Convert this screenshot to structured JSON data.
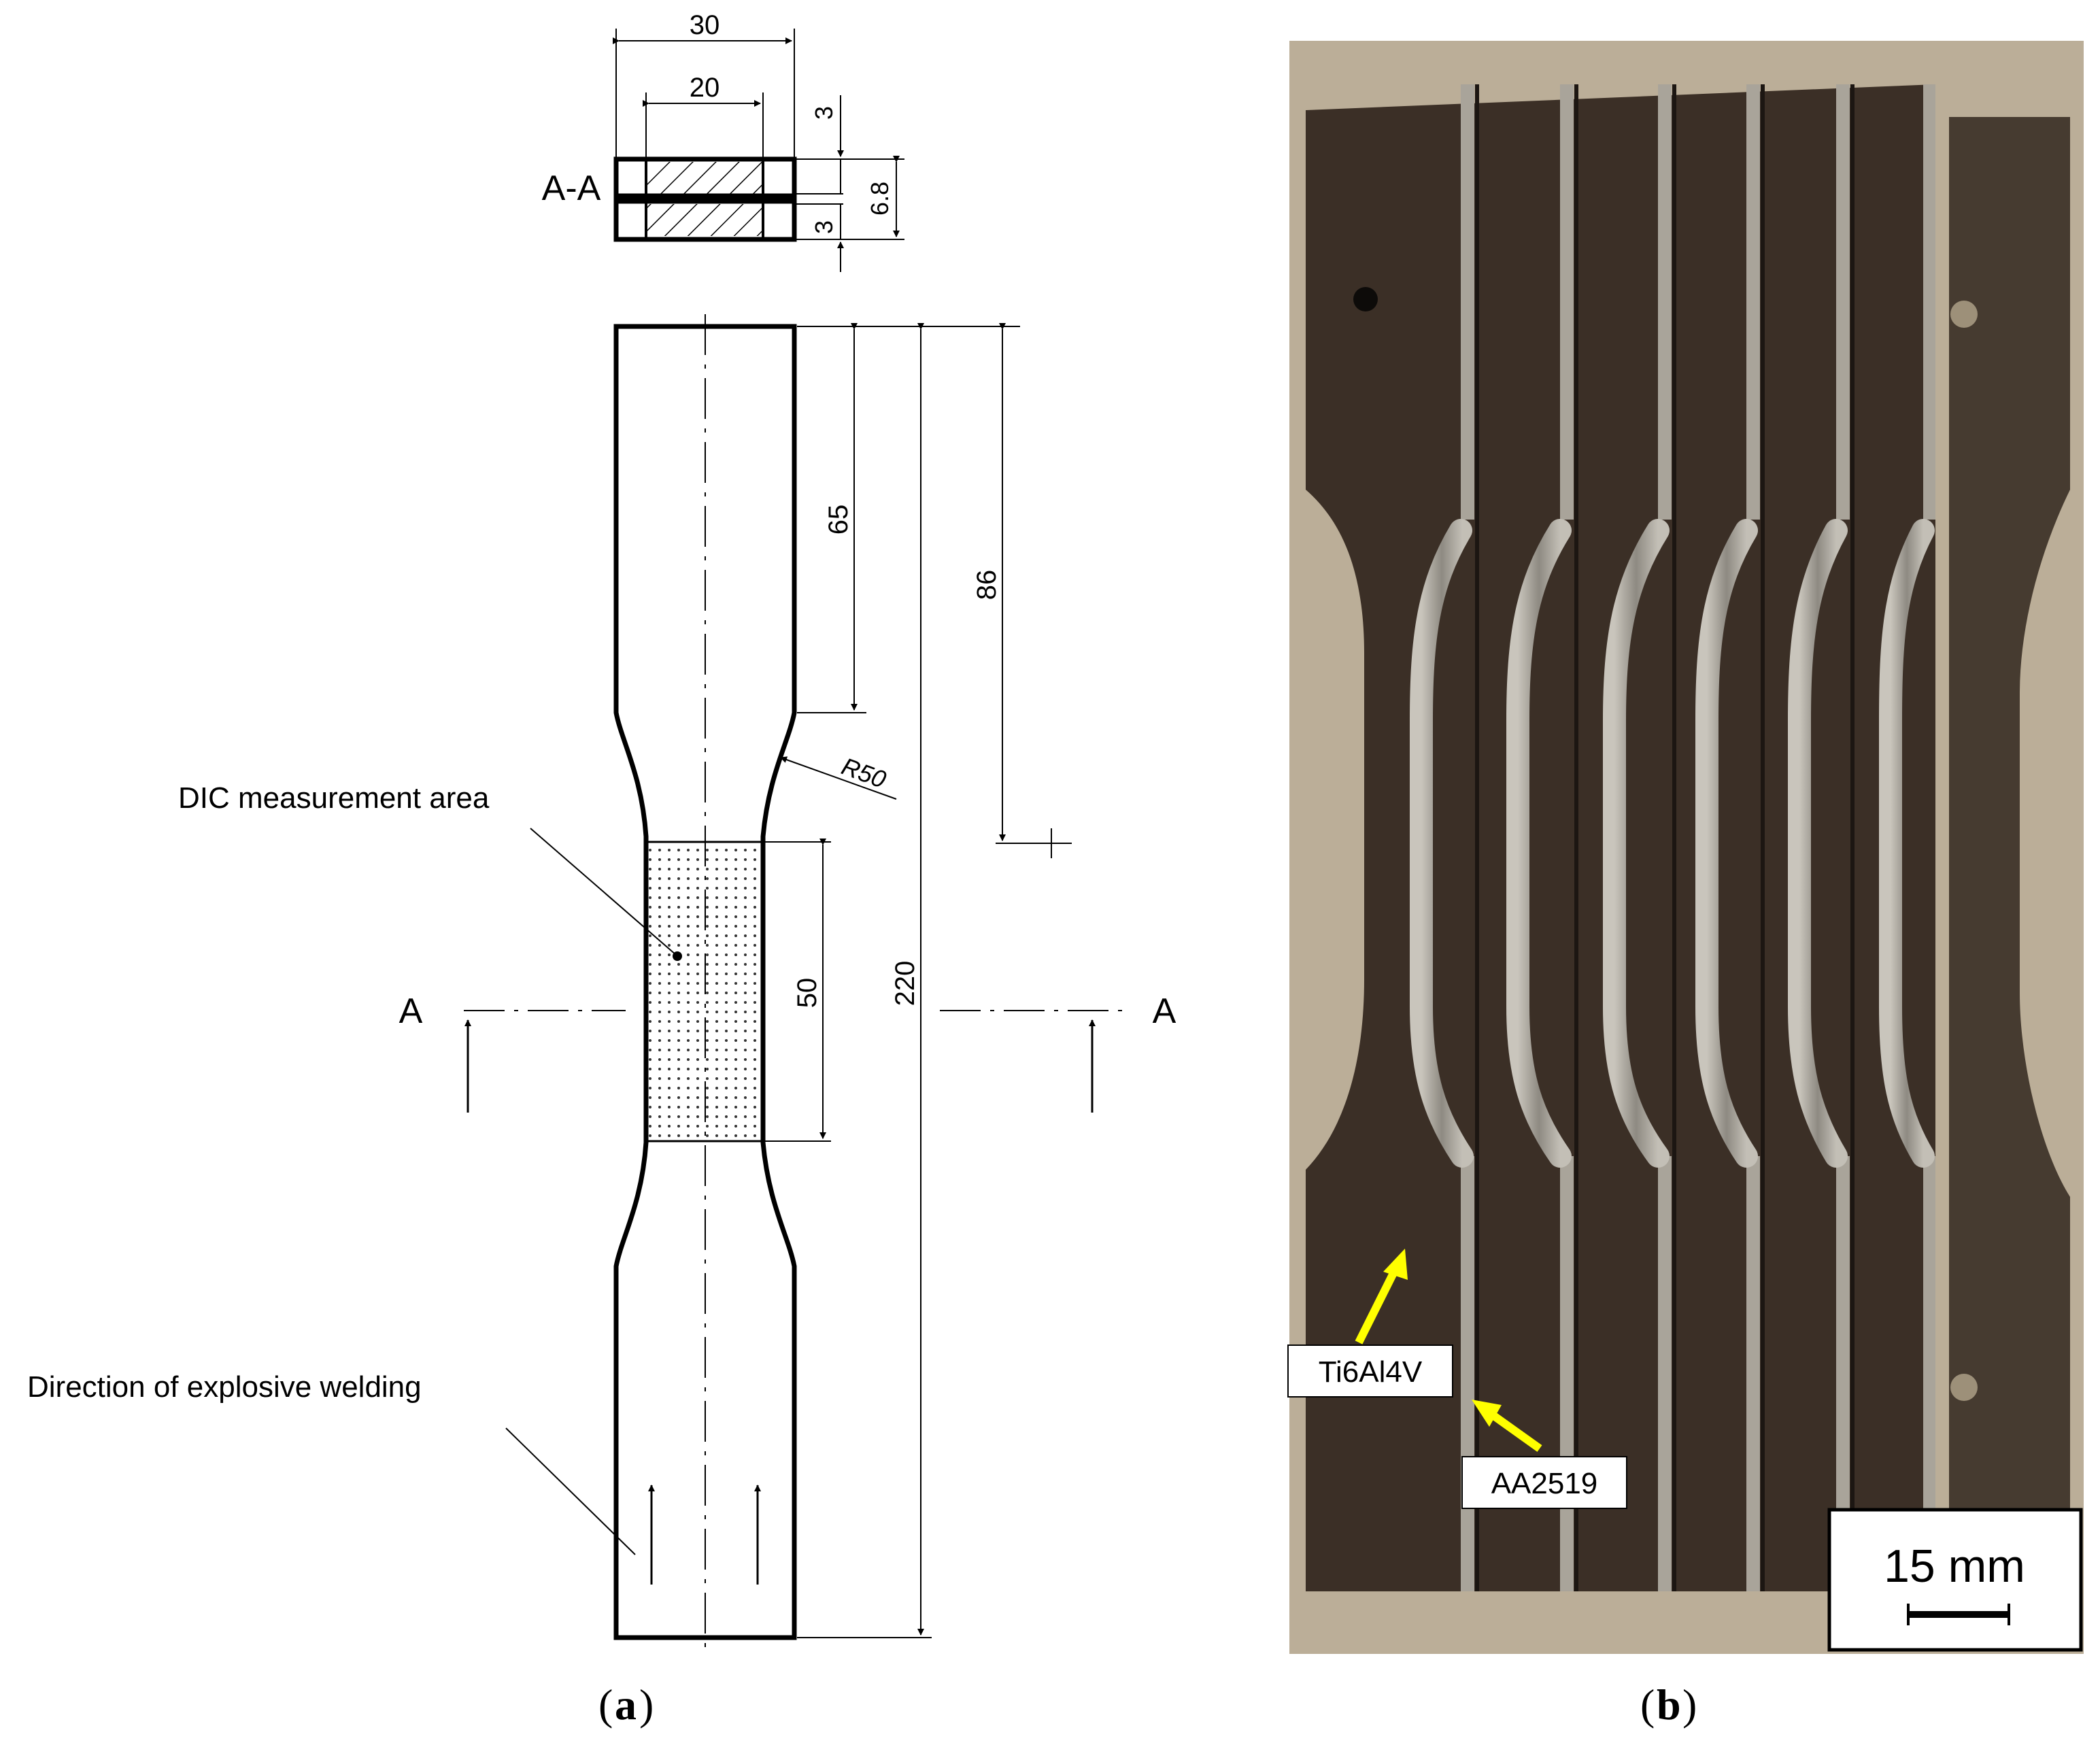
{
  "drawing": {
    "section_label": "A-A",
    "section_width": "30",
    "section_inner_width": "20",
    "layer_top": "3",
    "layer_bottom": "3",
    "section_thickness": "6.8",
    "grip_length": "65",
    "curve_end_length": "86",
    "radius": "R50",
    "gauge_length": "50",
    "total_length": "220",
    "cut_left": "A",
    "cut_right": "A",
    "dic_label": "DIC measurement area",
    "welding_label": "Direction of explosive welding"
  },
  "photo": {
    "label_ti": "Ti6Al4V",
    "label_aa": "AA2519",
    "scale_bar": "15 mm",
    "colors": {
      "background": "#bbae98",
      "specimen": "#3b2f26",
      "layer_light": "#a9a49a",
      "arrow": "#ffff00"
    }
  },
  "captions": {
    "a": "a",
    "b": "b"
  }
}
